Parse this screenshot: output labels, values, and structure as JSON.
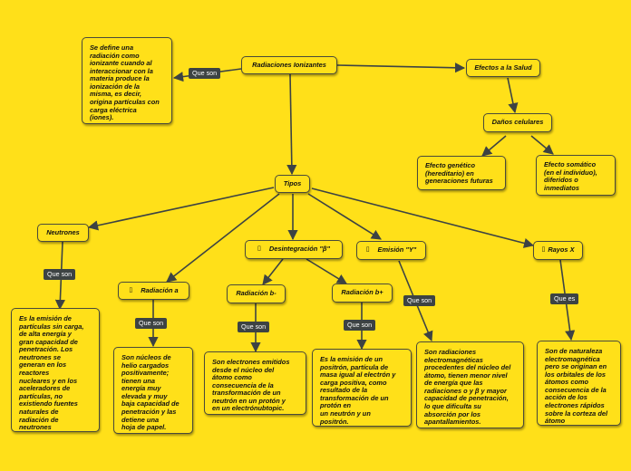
{
  "nodes": {
    "radiaciones_ionizantes": "Radiaciones Ionizantes",
    "definicion": "Se define una\nradiación como\nionizante cuando al\ninteraccionar con la\nmateria produce la\nionización de la\nmisma, es decir,\norigina partículas con\ncarga eléctrica\n(iones).",
    "efectos_salud": "Efectos a la Salud",
    "danos_celulares": "Daños celulares",
    "efecto_genetico": "Efecto genético\n(hereditario) en\ngeneraciones futuras",
    "efecto_somatico": "Efecto somático\n(en el individuo),\ndiferidos o\ninmediatos",
    "tipos": "Tipos",
    "neutrones": "Neutrones",
    "neutrones_desc": "Es la emisión de\npartículas sin carga,\nde alta energía y\ngran capacidad de\npenetración. Los\nneutrones se\ngeneran en los\nreactores\nnucleares y en los\naceleradores de\npartículas, no\nexistiendo fuentes\nnaturales de\nradiación de\nneutrones",
    "radiacion_a": "Radiación a",
    "radiacion_a_desc": "Son núcleos de\nhelio cargados\npositivamente;\ntienen una\nenergía muy\nelevada y muy\nbaja capacidad de\npenetración y las\ndetiene una\nhoja de papel.",
    "desintegracion_beta": "Desintegración \"β\"",
    "radiacion_b_menos": "Radiación b-",
    "radiacion_b_menos_desc": "Son electrones emitidos\ndesde el núcleo del\nátomo como\nconsecuencia de la\ntransformación de un\nneutrón en un protón y\nen un electrónubtopic.",
    "radiacion_b_mas": "Radiación b+",
    "radiacion_b_mas_desc": "Es la emisión de un\npositrón, partícula de\nmasa igual al electrón y\ncarga positiva, como\nresultado de la\ntransformación de un\nprotón en\nun neutrón y un\npositrón.",
    "emision_gamma": "Emisión \"Y\"",
    "emision_gamma_desc": "Son radiaciones\nelectromagnéticas\nprocedentes del núcleo del\nátomo, tienen menor nivel\nde energía que las\nradiaciones o y β y mayor\ncapacidad de penetración,\nlo que dificulta su\nabsorción por los\napantallamientos.",
    "rayos_x": "Rayos X",
    "rayos_x_desc": "Son de naturaleza\nelectromagnética\npero se originan en\nlos orbitales de los\nátomos como\nconsecuencia de la\nacción de los\nelectrones rápidos\nsobre la corteza del\nátomo"
  },
  "links": {
    "que_son": "Que son",
    "que_es": "Que es"
  },
  "icons": {
    "topic_icon": "▯"
  },
  "colors": {
    "background": "#ffe019",
    "node_border": "#4a4a3a",
    "link_label_bg": "#3d4343",
    "connector": "#3d4343"
  }
}
